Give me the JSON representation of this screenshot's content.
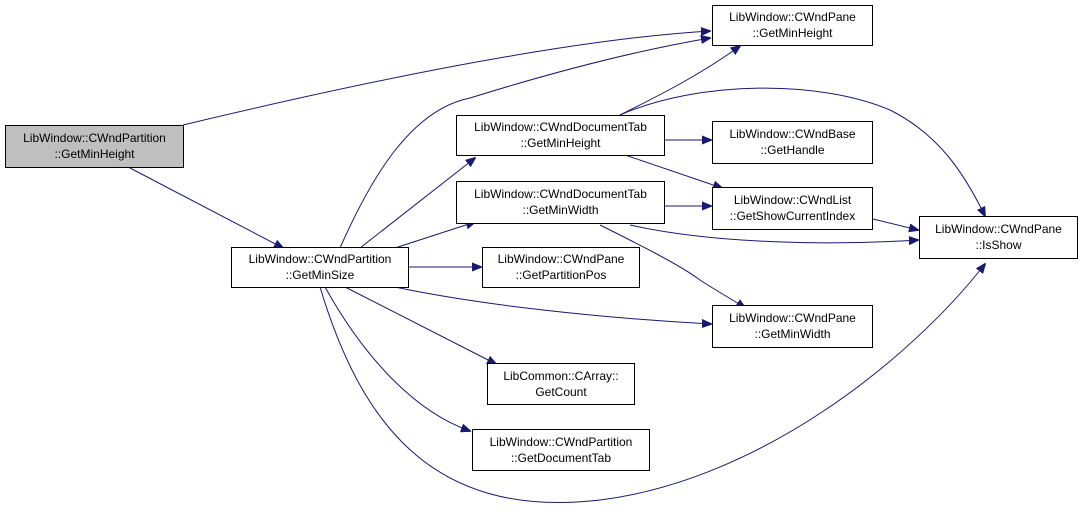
{
  "colors": {
    "edge": "#191970",
    "root_fill": "#bfbfbf",
    "node_fill": "#ffffff",
    "border": "#000000"
  },
  "nodes": {
    "root": {
      "line1": "LibWindow::CWndPartition",
      "line2": "::GetMinHeight"
    },
    "partition_getminsize": {
      "line1": "LibWindow::CWndPartition",
      "line2": "::GetMinSize"
    },
    "pane_getminheight": {
      "line1": "LibWindow::CWndPane",
      "line2": "::GetMinHeight"
    },
    "doctab_getminheight": {
      "line1": "LibWindow::CWndDocumentTab",
      "line2": "::GetMinHeight"
    },
    "doctab_getminwidth": {
      "line1": "LibWindow::CWndDocumentTab",
      "line2": "::GetMinWidth"
    },
    "base_gethandle": {
      "line1": "LibWindow::CWndBase",
      "line2": "::GetHandle"
    },
    "list_getshowcurrentindex": {
      "line1": "LibWindow::CWndList",
      "line2": "::GetShowCurrentIndex"
    },
    "pane_isshow": {
      "line1": "LibWindow::CWndPane",
      "line2": "::IsShow"
    },
    "pane_getpartitionpos": {
      "line1": "LibWindow::CWndPane",
      "line2": "::GetPartitionPos"
    },
    "pane_getminwidth": {
      "line1": "LibWindow::CWndPane",
      "line2": "::GetMinWidth"
    },
    "array_getcount": {
      "line1": "LibCommon::CArray::",
      "line2": "GetCount"
    },
    "partition_getdocumenttab": {
      "line1": "LibWindow::CWndPartition",
      "line2": "::GetDocumentTab"
    }
  },
  "edges": [
    [
      "root",
      "pane_getminheight"
    ],
    [
      "root",
      "partition_getminsize"
    ],
    [
      "partition_getminsize",
      "pane_getminheight"
    ],
    [
      "partition_getminsize",
      "doctab_getminheight"
    ],
    [
      "partition_getminsize",
      "doctab_getminwidth"
    ],
    [
      "partition_getminsize",
      "pane_getpartitionpos"
    ],
    [
      "partition_getminsize",
      "pane_getminwidth"
    ],
    [
      "partition_getminsize",
      "array_getcount"
    ],
    [
      "partition_getminsize",
      "partition_getdocumenttab"
    ],
    [
      "partition_getminsize",
      "pane_isshow"
    ],
    [
      "doctab_getminheight",
      "pane_getminheight"
    ],
    [
      "doctab_getminheight",
      "base_gethandle"
    ],
    [
      "doctab_getminheight",
      "list_getshowcurrentindex"
    ],
    [
      "doctab_getminheight",
      "pane_isshow"
    ],
    [
      "doctab_getminwidth",
      "list_getshowcurrentindex"
    ],
    [
      "doctab_getminwidth",
      "pane_isshow"
    ],
    [
      "doctab_getminwidth",
      "pane_getminwidth"
    ],
    [
      "list_getshowcurrentindex",
      "pane_isshow"
    ]
  ]
}
